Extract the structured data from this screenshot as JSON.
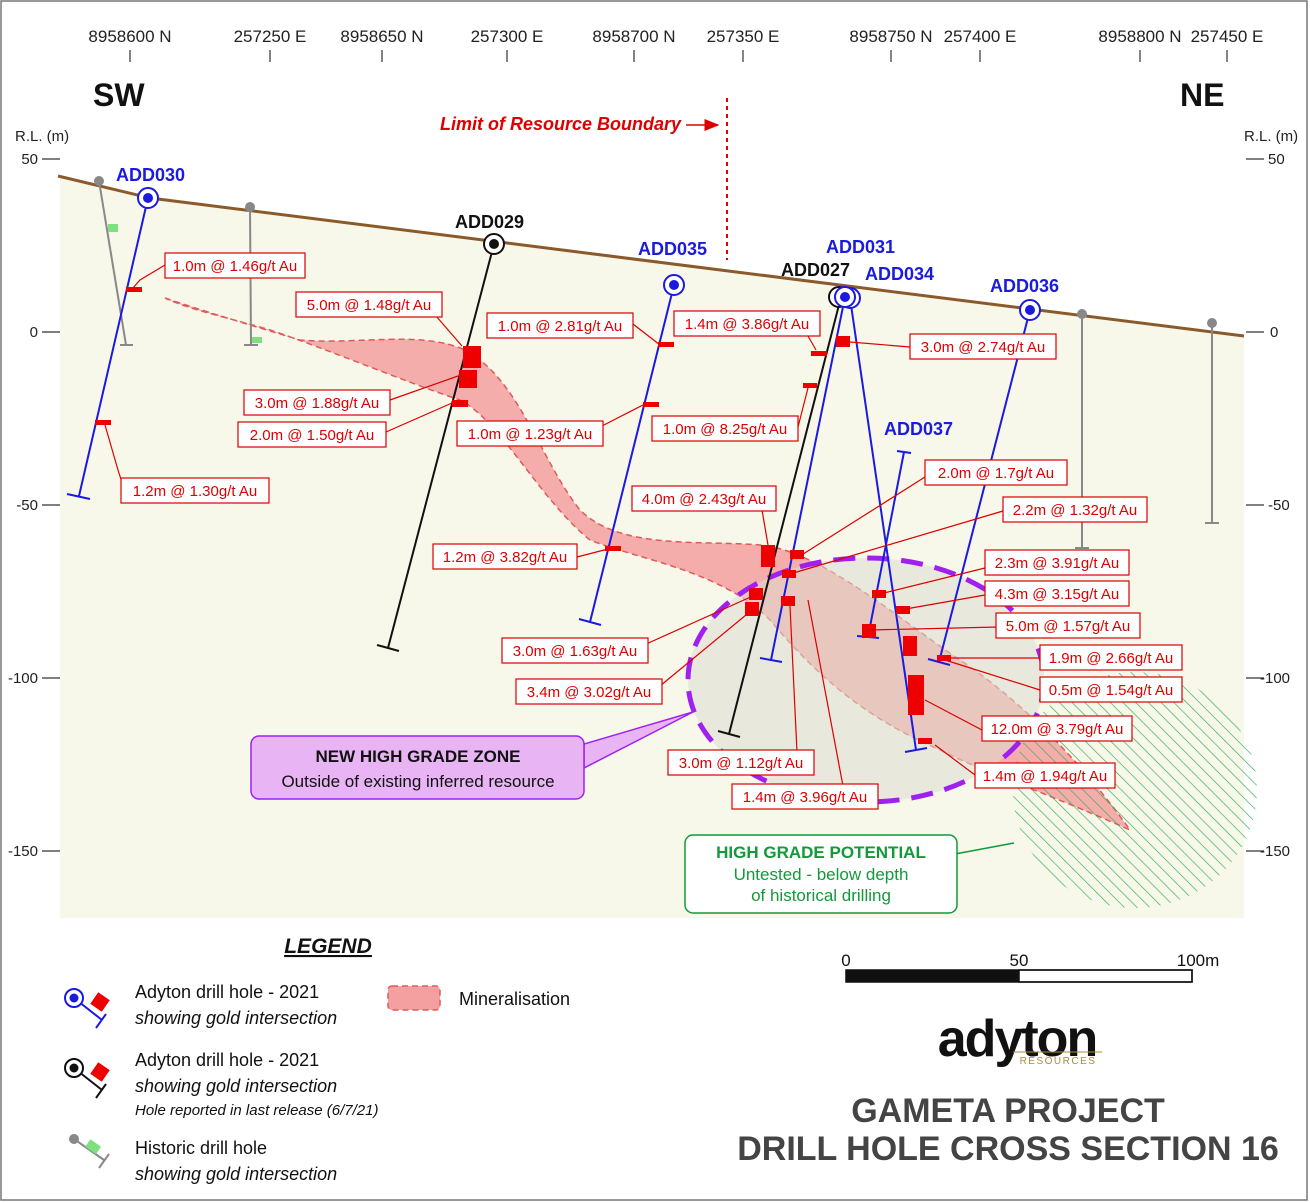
{
  "coords": [
    "8958600 N",
    "257250 E",
    "8958650 N",
    "257300 E",
    "8958700 N",
    "257350 E",
    "8958750 N",
    "257400 E",
    "8958800 N",
    "257450 E"
  ],
  "direction": {
    "left": "SW",
    "right": "NE"
  },
  "rl_label": "R.L. (m)",
  "rl_ticks": {
    "left": [
      "50",
      "0",
      "-50",
      "-100",
      "-150"
    ],
    "right": [
      "50",
      "0",
      "-50",
      "-100",
      "-150"
    ]
  },
  "boundary_label": "Limit of Resource Boundary",
  "holes": {
    "add030": "ADD030",
    "add029": "ADD029",
    "add035": "ADD035",
    "add031": "ADD031",
    "add027": "ADD027",
    "add034": "ADD034",
    "add036": "ADD036",
    "add037": "ADD037"
  },
  "intercepts": [
    "1.0m @ 1.46g/t Au",
    "1.2m @ 1.30g/t Au",
    "5.0m @ 1.48g/t Au",
    "3.0m @ 1.88g/t Au",
    "2.0m @ 1.50g/t Au",
    "1.0m @ 2.81g/t Au",
    "1.0m @ 1.23g/t Au",
    "1.4m @ 3.86g/t Au",
    "3.0m @ 2.74g/t Au",
    "1.0m @ 8.25g/t Au",
    "4.0m @ 2.43g/t Au",
    "1.2m @ 3.82g/t Au",
    "2.0m @ 1.7g/t Au",
    "2.2m @ 1.32g/t Au",
    "2.3m @ 3.91g/t Au",
    "4.3m @ 3.15g/t Au",
    "5.0m @ 1.57g/t Au",
    "1.9m @ 2.66g/t Au",
    "0.5m @ 1.54g/t Au",
    "12.0m @ 3.79g/t Au",
    "1.4m @ 1.94g/t Au",
    "3.0m @ 1.63g/t Au",
    "3.4m @ 3.02g/t Au",
    "3.0m @ 1.12g/t Au",
    "1.4m @ 3.96g/t Au"
  ],
  "zone_new": {
    "title": "NEW HIGH GRADE ZONE",
    "sub": "Outside of existing inferred resource"
  },
  "zone_potential": {
    "title": "HIGH GRADE POTENTIAL",
    "line1": "Untested - below depth",
    "line2": "of historical drilling"
  },
  "scale": {
    "l0": "0",
    "l50": "50",
    "l100": "100m"
  },
  "legend": {
    "heading": "LEGEND",
    "item1": {
      "title": "Adyton drill hole - 2021",
      "sub": "showing gold intersection"
    },
    "item2": {
      "title": "Adyton drill hole - 2021",
      "sub": "showing gold intersection",
      "note": "Hole reported in last release (6/7/21)"
    },
    "item3": {
      "title": "Historic drill hole",
      "sub": "showing gold intersection"
    },
    "item4": {
      "title": "Mineralisation"
    }
  },
  "logo": {
    "main": "adyton",
    "sub": "RESOURCES"
  },
  "title": {
    "line1": "GAMETA PROJECT",
    "line2": "DRILL HOLE CROSS SECTION 16"
  },
  "colors": {
    "adyton_hole": "#1a1ae0",
    "reported_hole": "#111111",
    "historic_hole": "#888888",
    "intercept": "#dd0000",
    "mineralisation": "#f4a0a0",
    "new_zone": "#a020f0",
    "potential": "#129a3a"
  }
}
